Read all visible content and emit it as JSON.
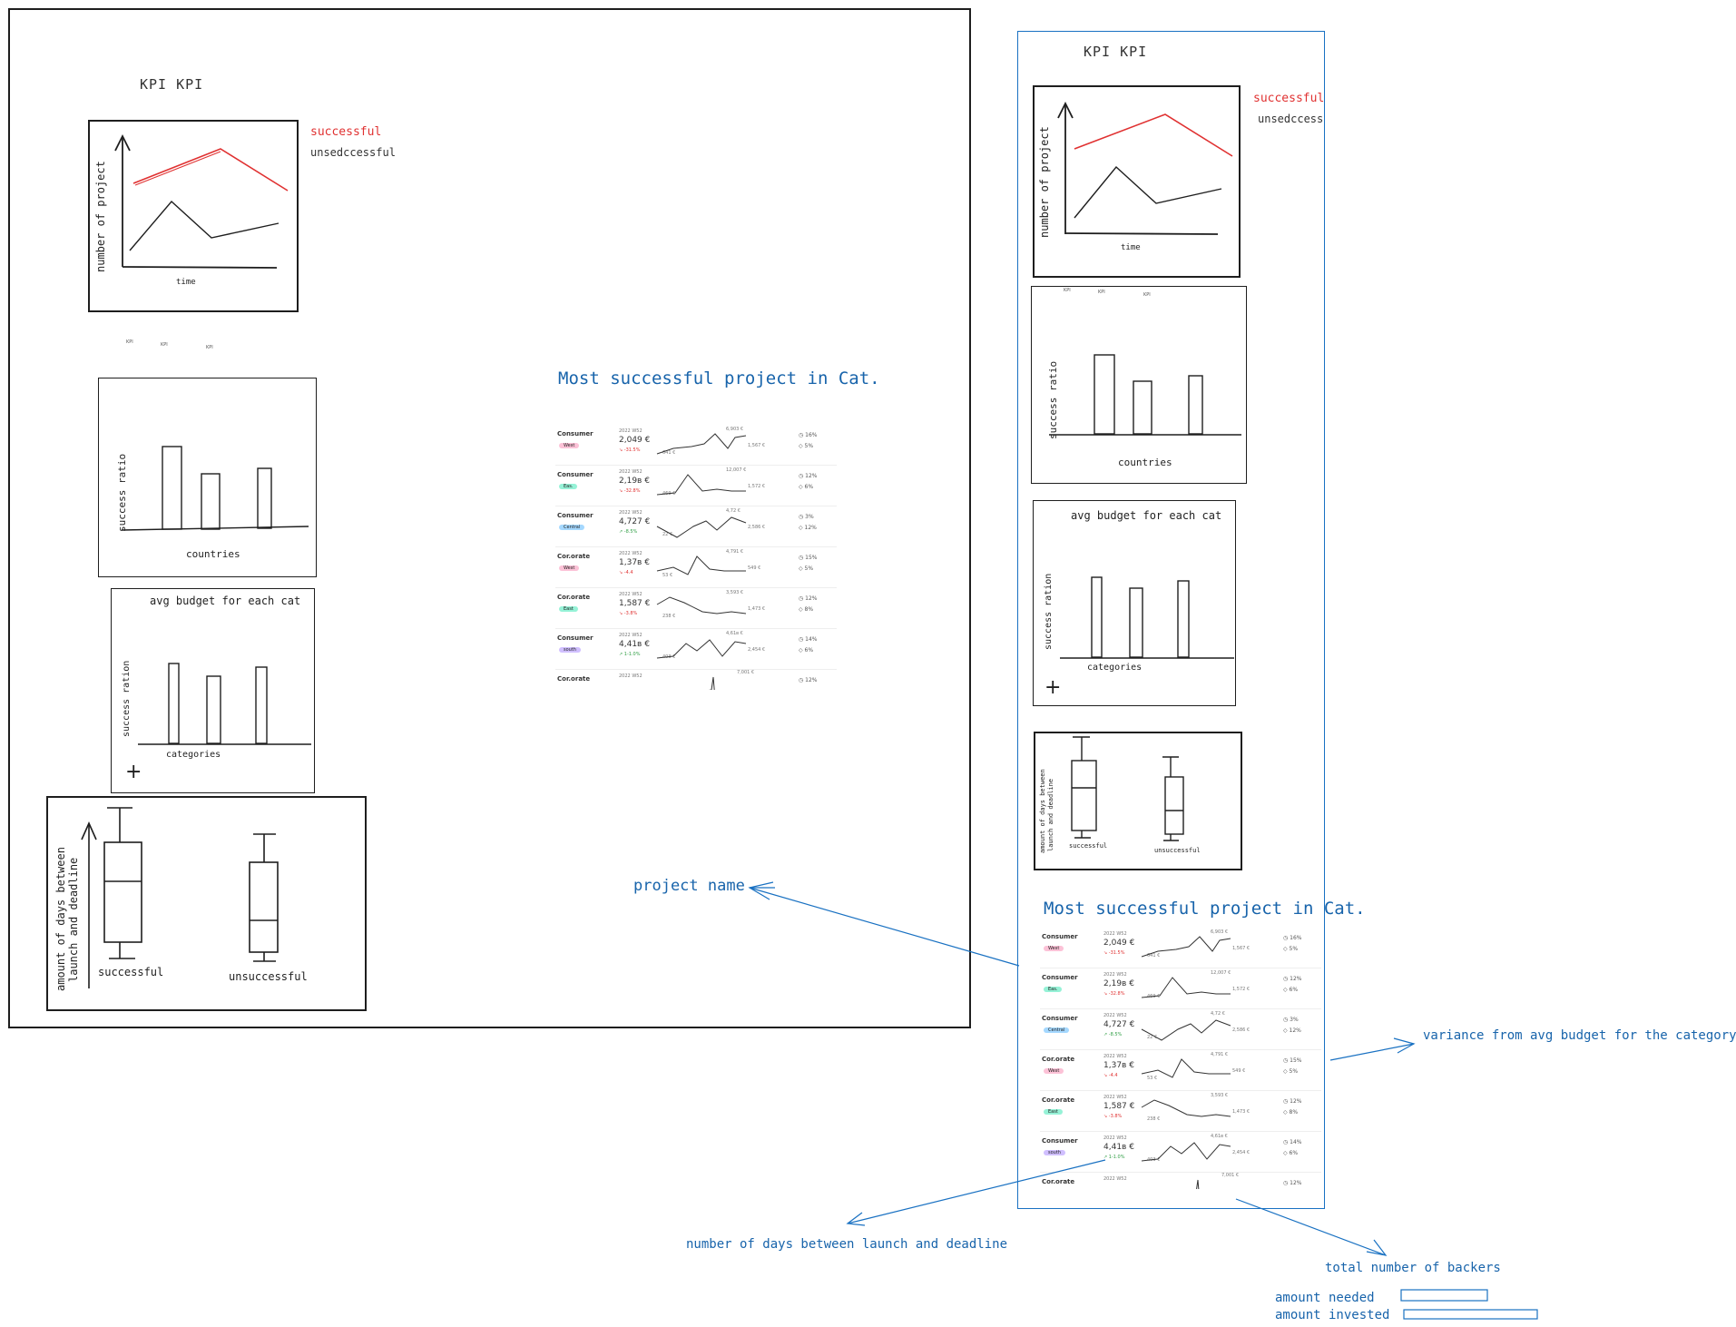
{
  "kpi_title": "KPI KPI",
  "kpi_mini": [
    "KPI",
    "KPI",
    "KPI"
  ],
  "line_chart": {
    "legend": {
      "successful": "successful",
      "unsuccessful": "unsedccessful"
    },
    "ylabel": "number of project",
    "xlabel": "time",
    "series_colors": {
      "successful": "#e03131",
      "unsuccessful": "#1e1e1e"
    }
  },
  "bar_chart_countries": {
    "ylabel": "success ratio",
    "xlabel": "countries"
  },
  "bar_chart_categories": {
    "title": "avg budget for each cat",
    "ylabel": "success ration",
    "xlabel": "categories",
    "plus": "+"
  },
  "box_plot": {
    "ylabel_line1": "amount of days between",
    "ylabel_line2": "launch and deadline",
    "labels": [
      "successful",
      "unsuccessful"
    ]
  },
  "table": {
    "title": "Most successful project in Cat.",
    "rows": [
      {
        "name": "Consumer",
        "badge": "West",
        "badge_color": "#fcc2d7",
        "period": "2022 W52",
        "amount": "2,049 €",
        "change": "↘ -31.5%",
        "change_color": "#e03131",
        "peak": "6,903 €",
        "low": "641 €",
        "cmp": "1,567 €",
        "pct1": "16%",
        "pct2": "5%"
      },
      {
        "name": "Consumer",
        "badge": "Eas.",
        "badge_color": "#96f2d7",
        "period": "2022 W52",
        "amount": "2,19в €",
        "change": "↘ -32.8%",
        "change_color": "#e03131",
        "peak": "12,007 €",
        "low": "469 €",
        "cmp": "1,572 €",
        "pct1": "12%",
        "pct2": "6%"
      },
      {
        "name": "Consumer",
        "badge": "Central",
        "badge_color": "#a5d8ff",
        "period": "2022 W52",
        "amount": "4,727 €",
        "change": "↗ -8.5%",
        "change_color": "#2f9e44",
        "peak": "4,72 €",
        "low": "22 €",
        "cmp": "2,586 €",
        "pct1": "3%",
        "pct2": "12%"
      },
      {
        "name": "Cor.orate",
        "badge": "West",
        "badge_color": "#fcc2d7",
        "period": "2022 W52",
        "amount": "1,37в €",
        "change": "↘ -4.4",
        "change_color": "#e03131",
        "peak": "4,791 €",
        "low": "53 €",
        "cmp": "549 €",
        "pct1": "15%",
        "pct2": "5%"
      },
      {
        "name": "Cor.orate",
        "badge": "East",
        "badge_color": "#96f2d7",
        "period": "2022 W52",
        "amount": "1,587 €",
        "change": "↘ -3.8%",
        "change_color": "#e03131",
        "peak": "3,593 €",
        "low": "238 €",
        "cmp": "1,473 €",
        "pct1": "12%",
        "pct2": "8%"
      },
      {
        "name": "Consumer",
        "badge": "south",
        "badge_color": "#d0bfff",
        "period": "2022 W52",
        "amount": "4,41в €",
        "change": "↗ 1-1.0%",
        "change_color": "#2f9e44",
        "peak": "4,61в €",
        "low": "403 €",
        "cmp": "2,454 €",
        "pct1": "14%",
        "pct2": "6%"
      },
      {
        "name": "Cor.orate",
        "badge": "",
        "badge_color": "#ffffff",
        "period": "2022 W52",
        "amount": "",
        "change": "",
        "change_color": "#333333",
        "peak": "7,001 €",
        "low": "",
        "cmp": "",
        "pct1": "12%",
        "pct2": ""
      }
    ]
  },
  "annotations": {
    "project_name": "project name",
    "variance": "variance from avg budget for the category",
    "days": "number of days between launch and deadline",
    "backers": "total number of backers",
    "amount_needed": "amount needed",
    "amount_invested": "amount invested"
  }
}
